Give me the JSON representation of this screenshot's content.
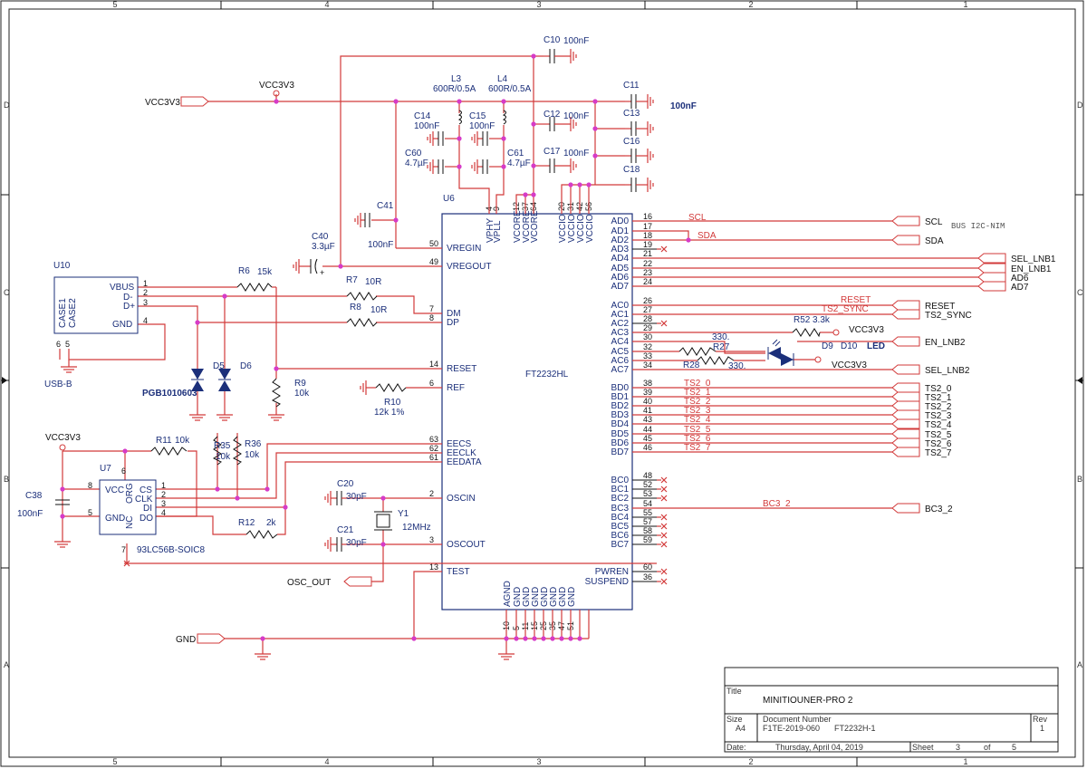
{
  "frame": {
    "columns": [
      "5",
      "4",
      "3",
      "2",
      "1"
    ],
    "rows": [
      "D",
      "C",
      "B",
      "A"
    ]
  },
  "title_block": {
    "title_label": "Title",
    "title": "MINITIOUNER-PRO 2",
    "size_label": "Size",
    "size": "A4",
    "docnum_label": "Document Number",
    "docnum": "F1TE-2019-060",
    "docnum_sub": "FT2232H-1",
    "rev_label": "Rev",
    "rev": "1",
    "date_label": "Date:",
    "date": "Thursday, April 04, 2019",
    "sheet_label": "Sheet",
    "sheet": "3",
    "of_label": "of",
    "of": "5"
  },
  "chip": {
    "ref": "U6",
    "name": "FT2232HL",
    "left_pins": [
      {
        "num": "50",
        "name": "VREGIN"
      },
      {
        "num": "49",
        "name": "VREGOUT"
      },
      {
        "num": "7",
        "name": "DM"
      },
      {
        "num": "8",
        "name": "DP"
      },
      {
        "num": "14",
        "name": "RESET"
      },
      {
        "num": "6",
        "name": "REF"
      },
      {
        "num": "63",
        "name": "EECS"
      },
      {
        "num": "62",
        "name": "EECLK"
      },
      {
        "num": "61",
        "name": "EEDATA"
      },
      {
        "num": "2",
        "name": "OSCIN"
      },
      {
        "num": "3",
        "name": "OSCOUT"
      },
      {
        "num": "13",
        "name": "TEST"
      }
    ],
    "top_pins": [
      {
        "num": "4",
        "name": "VPHY"
      },
      {
        "num": "9",
        "name": "VPLL"
      },
      {
        "num": "12",
        "name": "VCORE"
      },
      {
        "num": "37",
        "name": "VCORE"
      },
      {
        "num": "64",
        "name": "VCORE"
      },
      {
        "num": "20",
        "name": "VCCIO"
      },
      {
        "num": "31",
        "name": "VCCIO"
      },
      {
        "num": "42",
        "name": "VCCIO"
      },
      {
        "num": "56",
        "name": "VCCIO"
      }
    ],
    "bottom_pins": [
      {
        "num": "10",
        "name": "AGND"
      },
      {
        "num": "5",
        "name": "GND"
      },
      {
        "num": "11",
        "name": "GND"
      },
      {
        "num": "15",
        "name": "GND"
      },
      {
        "num": "25",
        "name": "GND"
      },
      {
        "num": "35",
        "name": "GND"
      },
      {
        "num": "47",
        "name": "GND"
      },
      {
        "num": "51",
        "name": "GND"
      }
    ],
    "right_pins": [
      {
        "num": "16",
        "name": "AD0"
      },
      {
        "num": "17",
        "name": "AD1"
      },
      {
        "num": "18",
        "name": "AD2"
      },
      {
        "num": "19",
        "name": "AD3"
      },
      {
        "num": "21",
        "name": "AD4"
      },
      {
        "num": "22",
        "name": "AD5"
      },
      {
        "num": "23",
        "name": "AD6"
      },
      {
        "num": "24",
        "name": "AD7"
      },
      {
        "num": "26",
        "name": "AC0"
      },
      {
        "num": "27",
        "name": "AC1"
      },
      {
        "num": "28",
        "name": "AC2"
      },
      {
        "num": "29",
        "name": "AC3"
      },
      {
        "num": "30",
        "name": "AC4"
      },
      {
        "num": "32",
        "name": "AC5"
      },
      {
        "num": "33",
        "name": "AC6"
      },
      {
        "num": "34",
        "name": "AC7"
      },
      {
        "num": "38",
        "name": "BD0"
      },
      {
        "num": "39",
        "name": "BD1"
      },
      {
        "num": "40",
        "name": "BD2"
      },
      {
        "num": "41",
        "name": "BD3"
      },
      {
        "num": "43",
        "name": "BD4"
      },
      {
        "num": "44",
        "name": "BD5"
      },
      {
        "num": "45",
        "name": "BD6"
      },
      {
        "num": "46",
        "name": "BD7"
      },
      {
        "num": "48",
        "name": "BC0"
      },
      {
        "num": "52",
        "name": "BC1"
      },
      {
        "num": "53",
        "name": "BC2"
      },
      {
        "num": "54",
        "name": "BC3"
      },
      {
        "num": "55",
        "name": "BC4"
      },
      {
        "num": "57",
        "name": "BC5"
      },
      {
        "num": "58",
        "name": "BC6"
      },
      {
        "num": "59",
        "name": "BC7"
      },
      {
        "num": "60",
        "name": "PWREN"
      },
      {
        "num": "36",
        "name": "SUSPEND"
      }
    ]
  },
  "wire_labels": {
    "scl": "SCL",
    "sda": "SDA",
    "reset": "RESET",
    "ts2_sync": "TS2_SYNC",
    "ts2": [
      "TS2_0",
      "TS2_1",
      "TS2_2",
      "TS2_3",
      "TS2_4",
      "TS2_5",
      "TS2_6",
      "TS2_7"
    ],
    "bc3_2": "BC3_2"
  },
  "ports": {
    "vcc3v3_in": "VCC3V3",
    "gnd_in": "GND",
    "osc_out": "OSC_OUT",
    "scl": "SCL",
    "sda": "SDA",
    "sel_lnb1": "SEL_LNB1",
    "en_lnb1": "EN_LNB1",
    "ad6": "AD6",
    "ad7": "AD7",
    "reset": "RESET",
    "ts2_sync": "TS2_SYNC",
    "en_lnb2": "EN_LNB2",
    "sel_lnb2": "SEL_LNB2",
    "ts2": [
      "TS2_0",
      "TS2_1",
      "TS2_2",
      "TS2_3",
      "TS2_4",
      "TS2_5",
      "TS2_6",
      "TS2_7"
    ],
    "bc3_2": "BC3_2"
  },
  "power_labels": {
    "vcc_top": "VCC3V3",
    "vcc_eeprom": "VCC3V3",
    "vcc_r52": "VCC3V3",
    "vcc_led": "VCC3V3"
  },
  "notes": {
    "bus": "BUS I2C-NIM",
    "cap_100nf_right": "100nF",
    "led": "LED"
  },
  "components": {
    "c10": {
      "ref": "C10",
      "value": "100nF"
    },
    "c11": {
      "ref": "C11"
    },
    "c12": {
      "ref": "C12",
      "value": "100nF"
    },
    "c13": {
      "ref": "C13"
    },
    "c14": {
      "ref": "C14",
      "value": "100nF"
    },
    "c15": {
      "ref": "C15",
      "value": "100nF"
    },
    "c16": {
      "ref": "C16"
    },
    "c17": {
      "ref": "C17",
      "value": "100nF"
    },
    "c18": {
      "ref": "C18"
    },
    "c60": {
      "ref": "C60",
      "value": "4.7µF"
    },
    "c61": {
      "ref": "C61",
      "value": "4.7µF"
    },
    "l3": {
      "ref": "L3",
      "value": "600R/0.5A"
    },
    "l4": {
      "ref": "L4",
      "value": "600R/0.5A"
    },
    "c41": {
      "ref": "C41",
      "value": "100nF"
    },
    "c40": {
      "ref": "C40",
      "value": "3.3µF"
    },
    "u10": {
      "ref": "U10",
      "pins": [
        "VBUS",
        "D-",
        "D+",
        "GND"
      ],
      "case": [
        "CASE1",
        "CASE2"
      ],
      "name": "USB-B"
    },
    "r6": {
      "ref": "R6",
      "value": "15k"
    },
    "r7": {
      "ref": "R7",
      "value": "10R"
    },
    "r8": {
      "ref": "R8",
      "value": "10R"
    },
    "r9": {
      "ref": "R9",
      "value": "10k"
    },
    "r10": {
      "ref": "R10",
      "value": "12k 1%"
    },
    "d5": {
      "ref": "D5"
    },
    "d6": {
      "ref": "D6"
    },
    "pgb": {
      "ref": "PGB1010603"
    },
    "u7": {
      "ref": "U7",
      "name": "93LC56B-SOIC8",
      "pins_l": [
        "VCC",
        "GND"
      ],
      "pins_r": [
        "CS",
        "CLK",
        "DI",
        "DO"
      ],
      "pins_v": [
        "ORG",
        "NC"
      ]
    },
    "c38": {
      "ref": "C38",
      "value": "100nF"
    },
    "r11": {
      "ref": "R11",
      "value": "10k"
    },
    "r35": {
      "ref": "R35",
      "value": "10k"
    },
    "r36": {
      "ref": "R36",
      "value": "10k"
    },
    "r12": {
      "ref": "R12",
      "value": "2k"
    },
    "c20": {
      "ref": "C20",
      "value": "30pF"
    },
    "c21": {
      "ref": "C21",
      "value": "30pF"
    },
    "y1": {
      "ref": "Y1",
      "value": "12MHz"
    },
    "r52": {
      "ref": "R52",
      "value": "3.3k"
    },
    "r27": {
      "ref": "R27",
      "value": "330."
    },
    "r28": {
      "ref": "R28",
      "value": "330."
    },
    "d9": {
      "ref": "D9"
    },
    "d10": {
      "ref": "D10"
    }
  },
  "pin_numbers": {
    "u10": [
      "1",
      "2",
      "3",
      "4",
      "6",
      "5"
    ],
    "u7": [
      "8",
      "5",
      "1",
      "2",
      "3",
      "4",
      "6",
      "7"
    ],
    "other": [
      "+"
    ]
  }
}
